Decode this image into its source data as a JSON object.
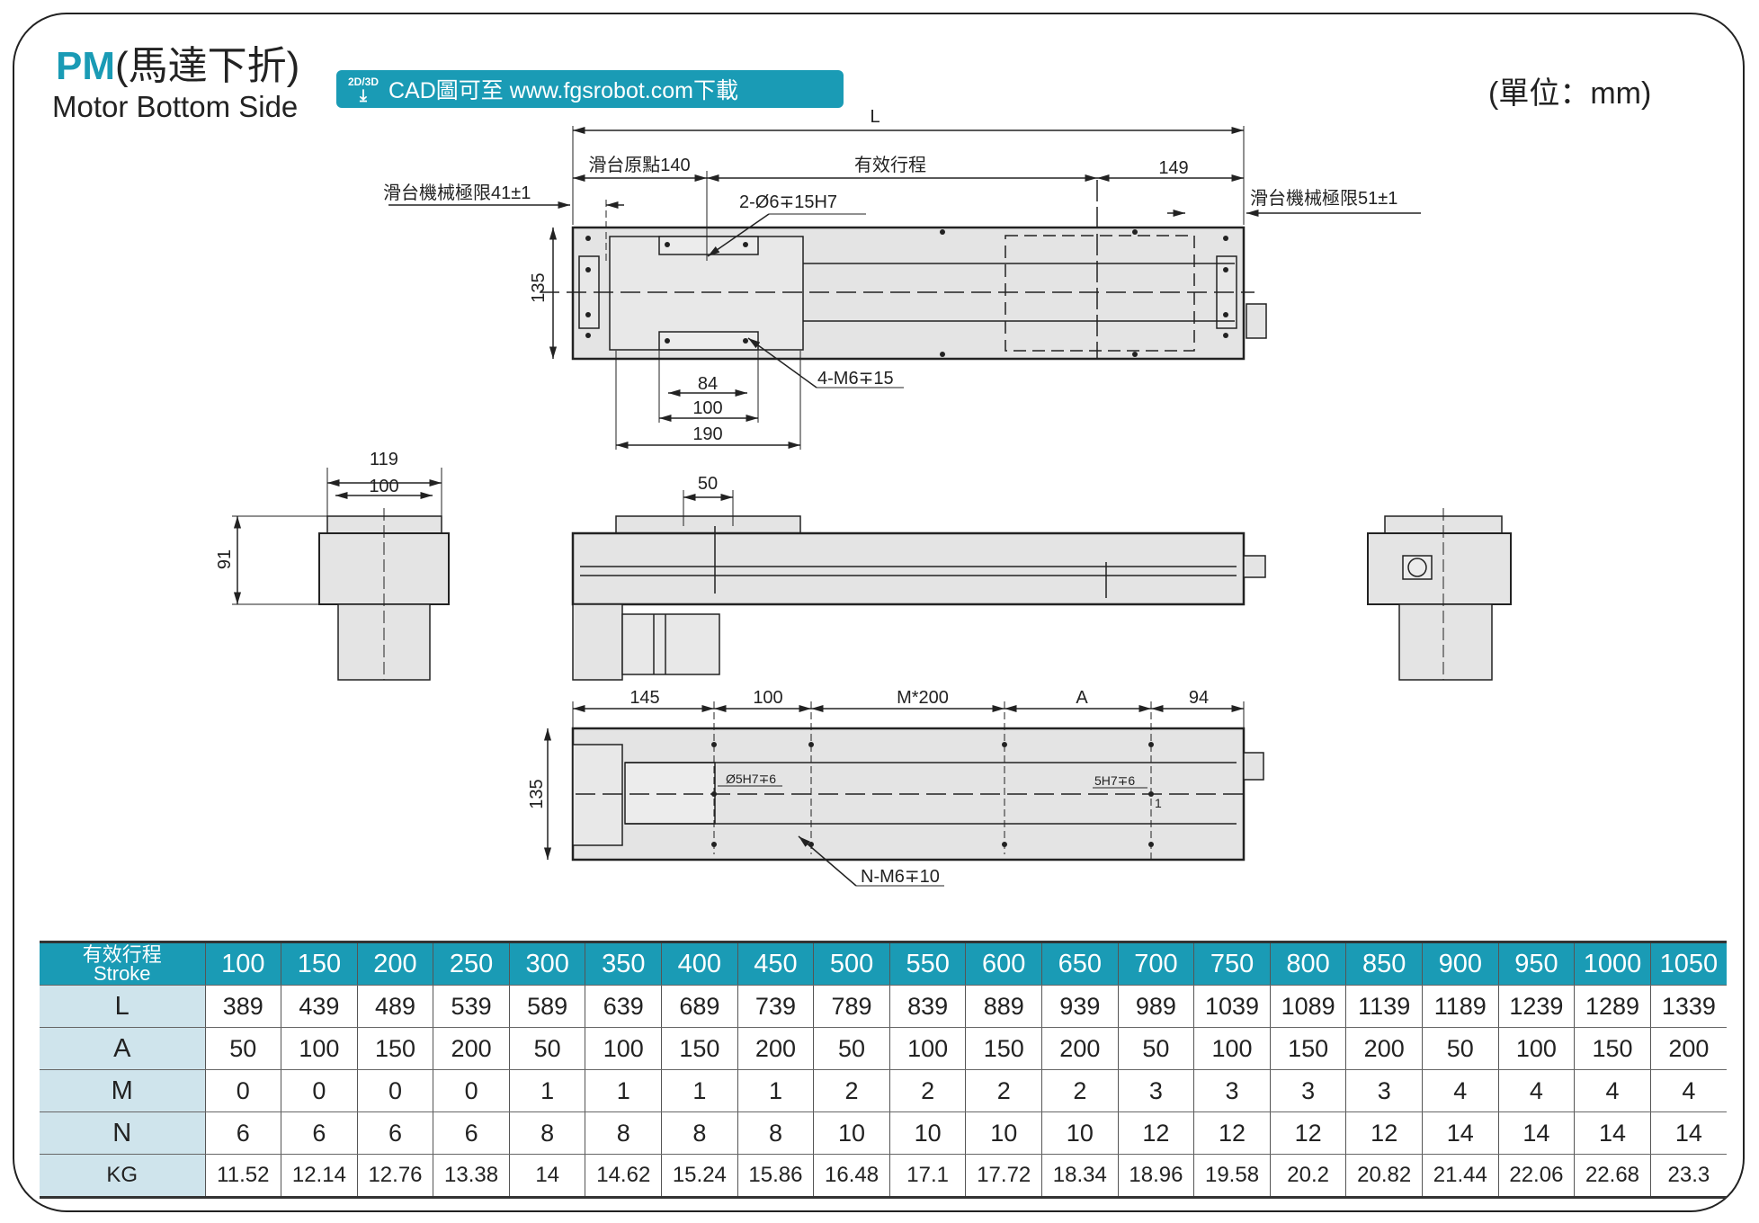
{
  "header": {
    "code": "PM",
    "title_zh": "(馬達下折)",
    "subtitle": "Motor Bottom Side",
    "cad_badge": "2D/3D",
    "cad_text": "CAD圖可至 www.fgsrobot.com下載",
    "unit": "(單位：mm)"
  },
  "drawing": {
    "top_view": {
      "L": "L",
      "origin": "滑台原點140",
      "stroke": "有效行程",
      "end": "149",
      "limit_left": "滑台機械極限41±1",
      "limit_right": "滑台機械極限51±1",
      "pin_holes": "2-Ø6∓15H7",
      "height": "135",
      "tap_holes": "4-M6∓15",
      "dim_84": "84",
      "dim_100": "100",
      "dim_190": "190"
    },
    "left_view": {
      "dim_119": "119",
      "dim_100": "100",
      "dim_91": "91"
    },
    "side_view": {
      "dim_50": "50"
    },
    "bottom_view": {
      "dim_145": "145",
      "dim_100": "100",
      "dim_m200": "M*200",
      "dim_a": "A",
      "dim_94": "94",
      "height": "135",
      "pin_left": "Ø5H7∓6",
      "pin_right": "5H7∓6",
      "pin_right_num": "1",
      "tap_holes": "N-M6∓10"
    }
  },
  "table": {
    "header_zh": "有效行程",
    "header_en": "Stroke",
    "strokes": [
      "100",
      "150",
      "200",
      "250",
      "300",
      "350",
      "400",
      "450",
      "500",
      "550",
      "600",
      "650",
      "700",
      "750",
      "800",
      "850",
      "900",
      "950",
      "1000",
      "1050"
    ],
    "rows": [
      {
        "label": "L",
        "values": [
          "389",
          "439",
          "489",
          "539",
          "589",
          "639",
          "689",
          "739",
          "789",
          "839",
          "889",
          "939",
          "989",
          "1039",
          "1089",
          "1139",
          "1189",
          "1239",
          "1289",
          "1339"
        ]
      },
      {
        "label": "A",
        "values": [
          "50",
          "100",
          "150",
          "200",
          "50",
          "100",
          "150",
          "200",
          "50",
          "100",
          "150",
          "200",
          "50",
          "100",
          "150",
          "200",
          "50",
          "100",
          "150",
          "200"
        ]
      },
      {
        "label": "M",
        "values": [
          "0",
          "0",
          "0",
          "0",
          "1",
          "1",
          "1",
          "1",
          "2",
          "2",
          "2",
          "2",
          "3",
          "3",
          "3",
          "3",
          "4",
          "4",
          "4",
          "4"
        ]
      },
      {
        "label": "N",
        "values": [
          "6",
          "6",
          "6",
          "6",
          "8",
          "8",
          "8",
          "8",
          "10",
          "10",
          "10",
          "10",
          "12",
          "12",
          "12",
          "12",
          "14",
          "14",
          "14",
          "14"
        ]
      },
      {
        "label": "KG",
        "values": [
          "11.52",
          "12.14",
          "12.76",
          "13.38",
          "14",
          "14.62",
          "15.24",
          "15.86",
          "16.48",
          "17.1",
          "17.72",
          "18.34",
          "18.96",
          "19.58",
          "20.2",
          "20.82",
          "21.44",
          "22.06",
          "22.68",
          "23.3"
        ]
      }
    ]
  },
  "colors": {
    "accent": "#1a9bb5",
    "row_label_bg": "#cfe4ec",
    "part_fill": "#e4e4e4"
  }
}
